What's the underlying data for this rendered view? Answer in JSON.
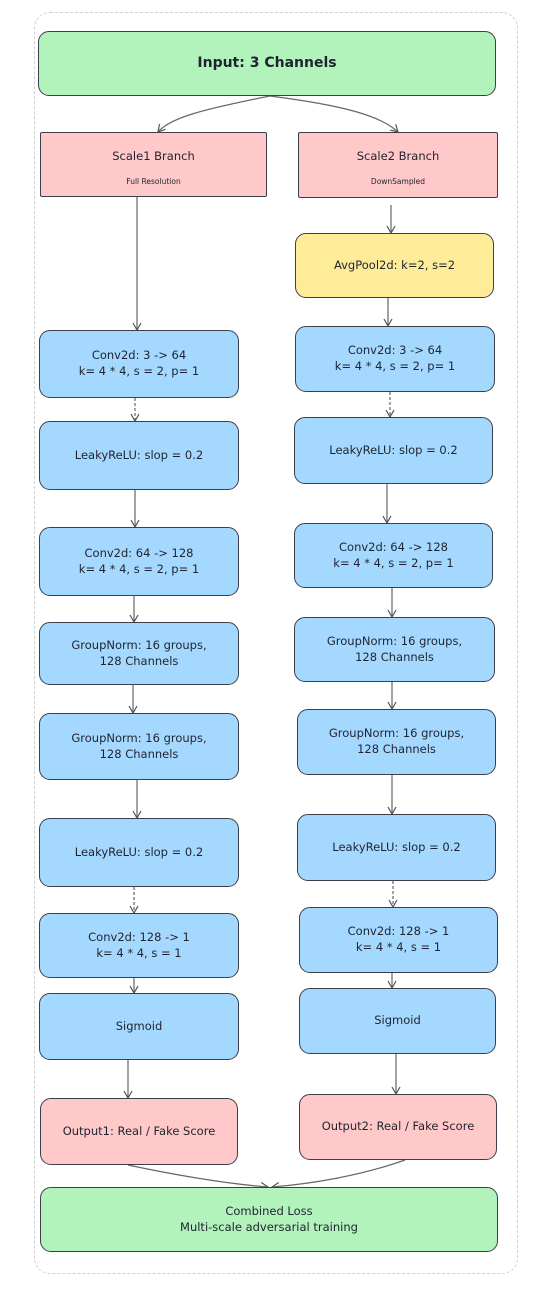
{
  "input": {
    "label": "Input: 3 Channels"
  },
  "scale1": {
    "header": {
      "title": "Scale1 Branch",
      "subtitle": "Full Resolution"
    },
    "conv1": {
      "line1": "Conv2d: 3 -> 64",
      "line2": "k= 4 * 4, s = 2, p= 1"
    },
    "relu1": {
      "label": "LeakyReLU: slop = 0.2"
    },
    "conv2": {
      "line1": "Conv2d: 64 -> 128",
      "line2": "k= 4 * 4, s = 2, p= 1"
    },
    "gn1": {
      "line1": "GroupNorm: 16 groups,",
      "line2": "128 Channels"
    },
    "gn2": {
      "line1": "GroupNorm: 16 groups,",
      "line2": "128 Channels"
    },
    "relu2": {
      "label": "LeakyReLU: slop = 0.2"
    },
    "conv3": {
      "line1": "Conv2d: 128 -> 1",
      "line2": "k= 4 * 4, s = 1"
    },
    "sigmoid": {
      "label": "Sigmoid"
    },
    "output": {
      "label": "Output1: Real / Fake Score"
    }
  },
  "scale2": {
    "header": {
      "title": "Scale2 Branch",
      "subtitle": "DownSampled"
    },
    "pool": {
      "label": "AvgPool2d: k=2, s=2"
    },
    "conv1": {
      "line1": "Conv2d: 3 -> 64",
      "line2": "k= 4 * 4, s = 2, p= 1"
    },
    "relu1": {
      "label": "LeakyReLU: slop = 0.2"
    },
    "conv2": {
      "line1": "Conv2d: 64 -> 128",
      "line2": "k= 4 * 4, s = 2, p= 1"
    },
    "gn1": {
      "line1": "GroupNorm: 16 groups,",
      "line2": "128 Channels"
    },
    "gn2": {
      "line1": "GroupNorm: 16 groups,",
      "line2": "128 Channels"
    },
    "relu2": {
      "label": "LeakyReLU: slop = 0.2"
    },
    "conv3": {
      "line1": "Conv2d: 128 -> 1",
      "line2": "k= 4 * 4, s = 1"
    },
    "sigmoid": {
      "label": "Sigmoid"
    },
    "output": {
      "label": "Output2: Real / Fake Score"
    }
  },
  "combined": {
    "line1": "Combined Loss",
    "line2": "Multi-scale adversarial training"
  },
  "colors": {
    "layer": "#a5d8ff",
    "io": "#b2f2bb",
    "pool": "#ffec99",
    "branch_output": "#ffc9c9",
    "stroke": "#3a3f4a"
  }
}
